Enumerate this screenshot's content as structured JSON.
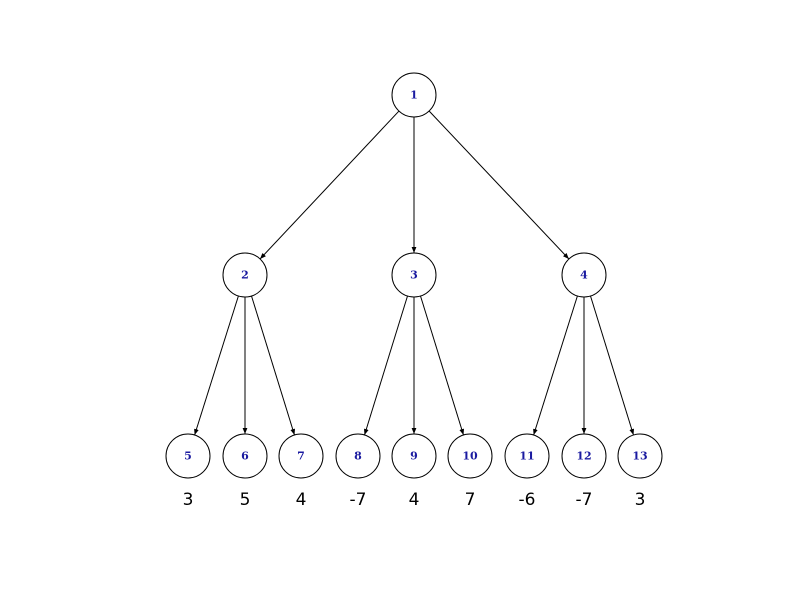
{
  "tree": {
    "nodes": [
      {
        "id": "1"
      },
      {
        "id": "2"
      },
      {
        "id": "3"
      },
      {
        "id": "4"
      },
      {
        "id": "5"
      },
      {
        "id": "6"
      },
      {
        "id": "7"
      },
      {
        "id": "8"
      },
      {
        "id": "9"
      },
      {
        "id": "10"
      },
      {
        "id": "11"
      },
      {
        "id": "12"
      },
      {
        "id": "13"
      }
    ],
    "edges": [
      [
        "1",
        "2"
      ],
      [
        "1",
        "3"
      ],
      [
        "1",
        "4"
      ],
      [
        "2",
        "5"
      ],
      [
        "2",
        "6"
      ],
      [
        "2",
        "7"
      ],
      [
        "3",
        "8"
      ],
      [
        "3",
        "9"
      ],
      [
        "3",
        "10"
      ],
      [
        "4",
        "11"
      ],
      [
        "4",
        "12"
      ],
      [
        "4",
        "13"
      ]
    ],
    "leaf_values": {
      "5": "3",
      "6": "5",
      "7": "4",
      "8": "-7",
      "9": "4",
      "10": "7",
      "11": "-6",
      "12": "-7",
      "13": "3"
    },
    "colors": {
      "node_label": "#1a1aa0",
      "edge": "#000000",
      "node_fill": "#ffffff"
    }
  }
}
